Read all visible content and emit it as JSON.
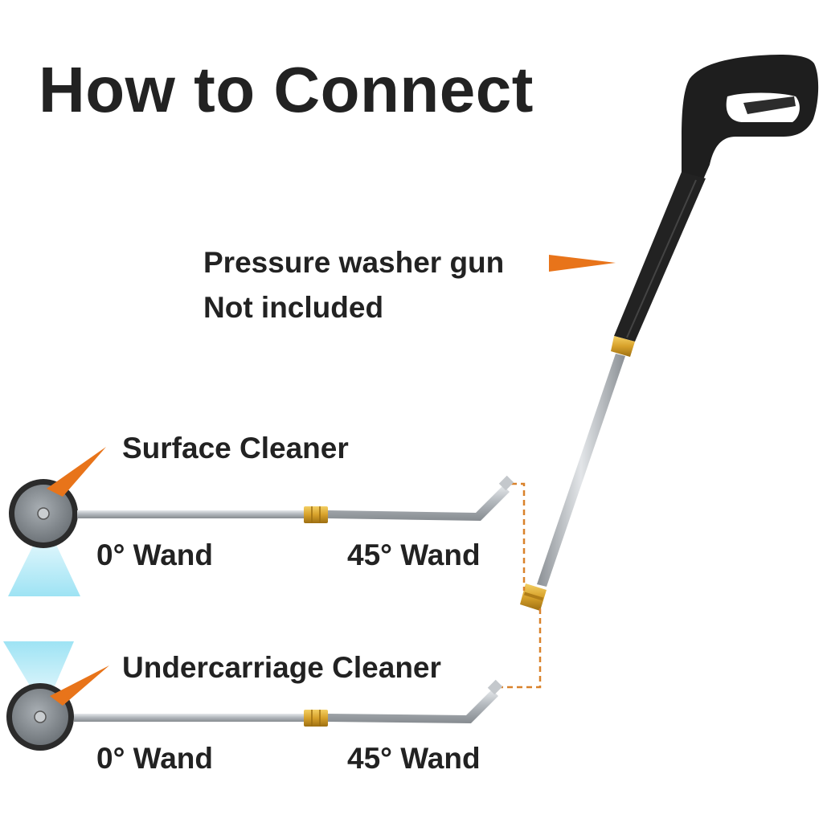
{
  "title": "How to Connect",
  "gun": {
    "label": "Pressure washer gun",
    "note": "Not included"
  },
  "surface_cleaner": {
    "label": "Surface Cleaner",
    "wand_0": "0° Wand",
    "wand_45": "45° Wand"
  },
  "undercarriage_cleaner": {
    "label": "Undercarriage Cleaner",
    "wand_0": "0° Wand",
    "wand_45": "45° Wand"
  },
  "colors": {
    "text": "#222222",
    "accent_orange": "#e8741a",
    "connector_dash": "#d9822b",
    "spray_blue": "#a8e6f5",
    "brass": "#d9a52a",
    "steel": "#b9bec3",
    "gun_black": "#1e1e1e",
    "wheel_gray": "#8b9196"
  }
}
